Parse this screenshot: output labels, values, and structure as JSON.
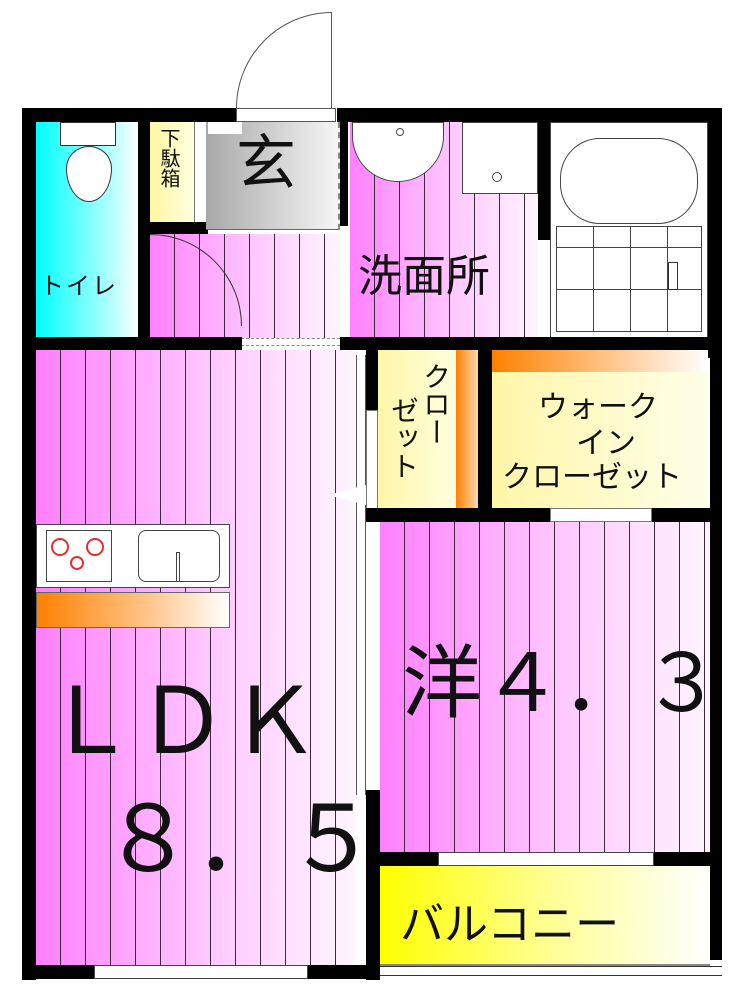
{
  "floorplan": {
    "rooms": {
      "toilet": {
        "label": "トイレ",
        "color": "#00ffff"
      },
      "shoe_box": {
        "label": "下駄箱",
        "color": "#ffffc0"
      },
      "entrance": {
        "label": "玄",
        "color": "#c0c0c0"
      },
      "washroom": {
        "label": "洗面所",
        "color": "#ff80ff"
      },
      "bath": {
        "label": ""
      },
      "closet": {
        "label": "クローゼット",
        "line1": "クロー",
        "line2": "ゼット",
        "color": "#fffac0"
      },
      "walk_in_closet": {
        "line1": "ウォーク",
        "line2": "イン",
        "line3": "クローゼット",
        "color": "#fffac0"
      },
      "ldk": {
        "label": "ＬＤＫ",
        "size": "８．５",
        "color": "#ff80ff"
      },
      "western_room": {
        "label": "洋４．３",
        "color": "#ff80ff"
      },
      "balcony": {
        "label": "バルコニー",
        "color": "#ffff00"
      }
    },
    "accent_colors": {
      "wall": "#000000",
      "floor_pink": "#ff80ff",
      "shelf_orange": "#ff8000",
      "stove_ring": "#e03030"
    }
  }
}
